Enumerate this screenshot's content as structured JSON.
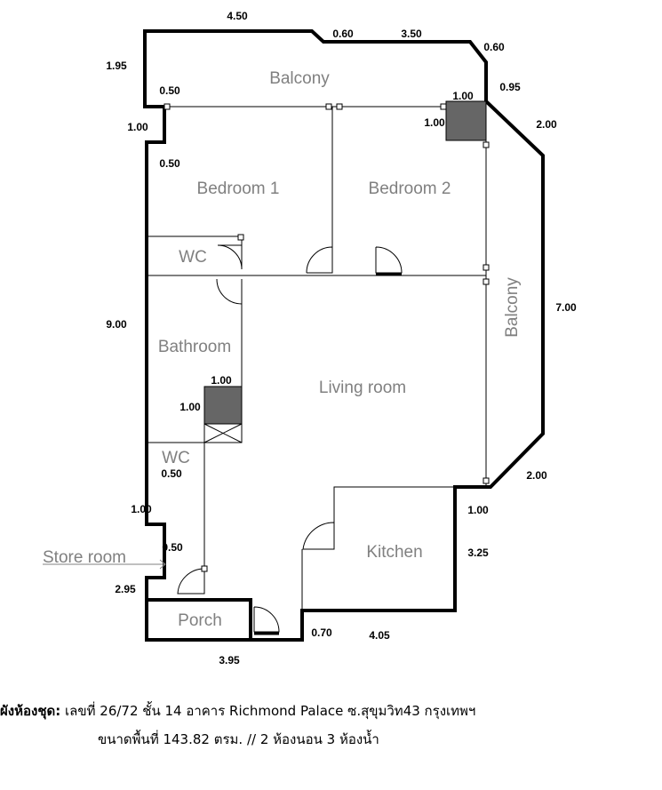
{
  "rooms": {
    "balcony_top": "Balcony",
    "bedroom1": "Bedroom 1",
    "bedroom2": "Bedroom 2",
    "wc_top": "WC",
    "balcony_right": "Balcony",
    "bathroom": "Bathroom",
    "living_room": "Living room",
    "wc_bottom": "WC",
    "kitchen": "Kitchen",
    "store_room": "Store room",
    "porch": "Porch"
  },
  "dimensions": {
    "top_450": "4.50",
    "top_060": "0.60",
    "top_350": "3.50",
    "right_060": "0.60",
    "left_195": "1.95",
    "inner_050_a": "0.50",
    "shaft_top_w": "1.00",
    "shaft_top_h": "1.00",
    "right_095": "0.95",
    "left_100_a": "1.00",
    "right_200_a": "2.00",
    "inner_050_b": "0.50",
    "right_700": "7.00",
    "left_900": "9.00",
    "shaft_bath_w": "1.00",
    "shaft_bath_h": "1.00",
    "inner_050_c": "0.50",
    "right_200_b": "2.00",
    "left_100_b": "1.00",
    "kitchen_100": "1.00",
    "kitchen_325": "3.25",
    "inner_050_d": "0.50",
    "left_295": "2.95",
    "bottom_070": "0.70",
    "bottom_405": "4.05",
    "bottom_395": "3.95"
  },
  "caption": {
    "title": "ผังห้องชุด:",
    "line1": "เลขที่ 26/72 ชั้น 14 อาคาร Richmond Palace ซ.สุขุมวิท43 กรุงเทพฯ",
    "line2": "ขนาดพื้นที่ 143.82 ตรม. // 2 ห้องนอน 3 ห้องน้ำ"
  },
  "colors": {
    "wall": "#000000",
    "room_label": "#808080",
    "shaft": "#666666"
  }
}
